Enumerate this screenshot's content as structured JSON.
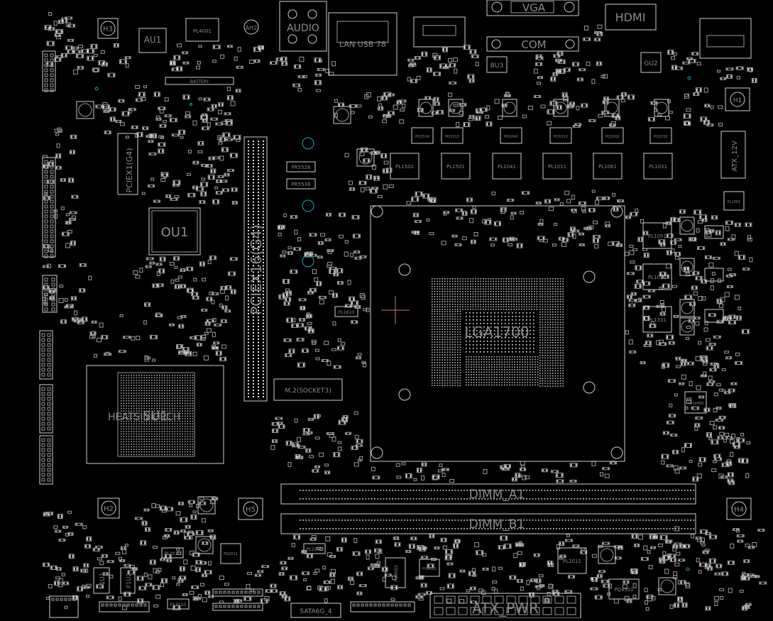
{
  "board": {
    "background": "#000000",
    "line_color": "#cfcfcf",
    "via_color": "#1aa6c8",
    "cross_color": "#c87878"
  },
  "labels": {
    "vga": "VGA",
    "hdmi": "HDMI",
    "com": "COM",
    "audio": "AUDIO",
    "lan_usb": "LAN USB 78",
    "au1": "AU1",
    "pl4001": "PL4001",
    "h3": "H3",
    "ah2": "AH2",
    "battery": "BATTERY",
    "bu3": "BU3",
    "gu2": "GU2",
    "h1": "H1",
    "atx12v": "ATX_12V",
    "pciex1": "PCIEX1(G4)",
    "ou1": "OU1",
    "pciex16": "PCIEX16(G4)",
    "pr5528": "PR5528",
    "pr5538": "PR5538",
    "pl1502": "PL1502",
    "pl1501": "PL1501",
    "pl1041": "PL1041",
    "pl1011": "PL1011",
    "pl1061": "PL1061",
    "pl1031": "PL1031",
    "pl1001": "PL1001",
    "pl1051": "PL1051",
    "pl1021": "PL1021",
    "pl1311": "PL1311",
    "pq1514": "PQ1514",
    "pq1513": "PQ1513",
    "pq1042": "PQ1042",
    "pq1012": "PQ1012",
    "pq1062": "PQ1062",
    "pq1032": "PQ1032",
    "pl1610": "PL1610",
    "lga": "LGA1700",
    "m2": "M.2(SOCKET3)",
    "heatsink": "HEATSINK PCH",
    "su1": "SU1",
    "pu10000": "PU10000",
    "h2": "H2",
    "h5": "H5",
    "h4": "H4",
    "dimm_a1": "DIMM_A1",
    "dimm_b1": "DIMM_B1",
    "pl3010": "PL3010",
    "pl2210": "PL2210",
    "pl2011": "PL2011",
    "pq2011": "PQ2011",
    "pq4002": "PQ4002",
    "pq4001": "PQ4001",
    "pq4501": "PQ4501",
    "pl3110": "PL3110",
    "f1u1": "F1U1",
    "f1u2": "F1U2",
    "sata": "SATA6G_4",
    "atx_pwr": "ATX_PWR"
  }
}
